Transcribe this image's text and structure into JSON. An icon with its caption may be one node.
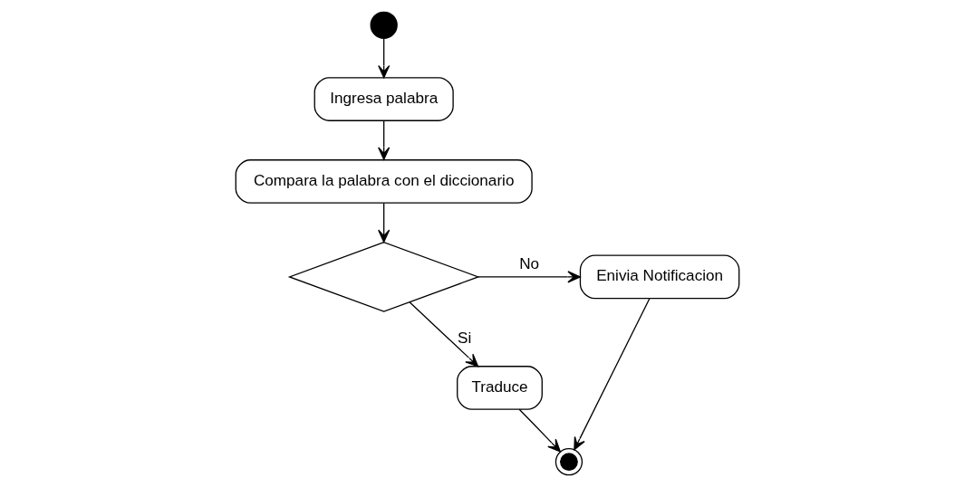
{
  "diagram": {
    "nodes": [
      {
        "text": [],
        "shape": "circle"
      },
      {
        "text": [
          "Ingresa palabra"
        ]
      },
      {
        "text": [
          "Compara la palabra con el diccionario"
        ]
      },
      {
        "text": [],
        "shape": "diamond"
      },
      {
        "text": [
          "Enivia Notificacion"
        ]
      },
      {
        "text": [
          "Traduce"
        ]
      },
      {
        "text": [],
        "shape": "circle"
      }
    ],
    "edges": [
      {
        "from": 0,
        "to": 1,
        "arrow": "to"
      },
      {
        "from": 1,
        "to": 2,
        "arrow": "to"
      },
      {
        "from": 2,
        "to": 3,
        "arrow": "to"
      },
      {
        "from": 3,
        "to": 4,
        "arrow": "to",
        "label": "No"
      },
      {
        "from": 3,
        "to": 5,
        "arrow": "to",
        "label": "Si"
      },
      {
        "from": 5,
        "to": 6,
        "arrow": "to"
      },
      {
        "from": 4,
        "to": 6,
        "arrow": "to"
      }
    ]
  }
}
